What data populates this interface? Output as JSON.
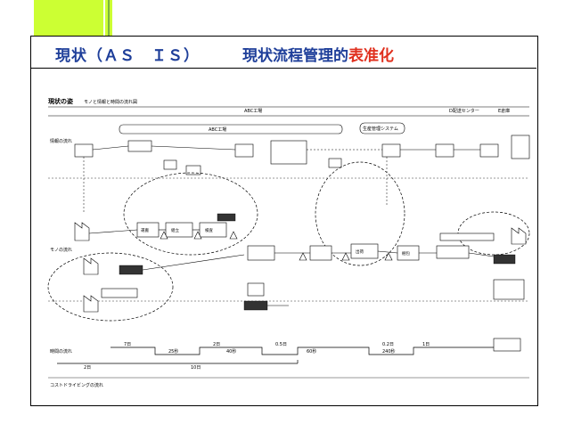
{
  "slide": {
    "title_left": "現状（ＡＳ　ＩＳ）",
    "title_right_main": "現状流程管理的",
    "title_right_highlight": "表准化"
  },
  "diagram": {
    "header": "現状の姿",
    "header_sub": "モノと情報と時間の流れ図",
    "top_labels": [
      "ABC工場",
      "D配送センター",
      "E倉庫"
    ],
    "row_labels": [
      "情報の流れ",
      "モノの流れ",
      "時間の流れ"
    ],
    "system_labels": [
      "ABC工場",
      "生産管理システム"
    ],
    "process_labels": [
      "運搬",
      "組立",
      "検査",
      "出荷",
      "梱包"
    ],
    "timeline_values": [
      "7日",
      "2日",
      "25秒",
      "40秒",
      "0.5日",
      "60秒",
      "0.2日",
      "240秒",
      "1日",
      "2日",
      "10日"
    ],
    "footer": "コストドライビングの流れ",
    "colors": {
      "accent": "#ccff33",
      "title_text": "#1f3f9a",
      "title_highlight": "#e0301e"
    }
  }
}
